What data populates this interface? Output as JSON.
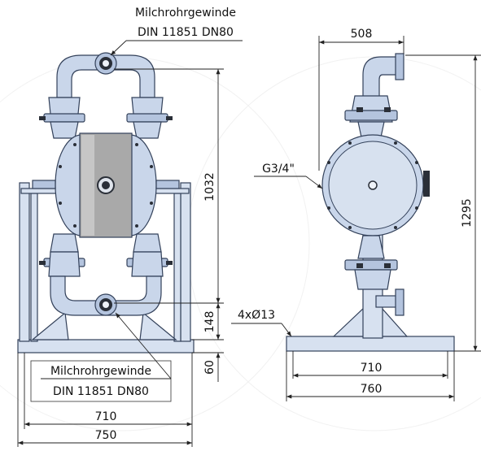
{
  "front_view": {
    "top_label_line1": "Milchrohrgewinde",
    "top_label_line2": "DIN 11851 DN80",
    "bottom_label_line1": "Milchrohrgewinde",
    "bottom_label_line2": "DIN 11851 DN80",
    "dim_height_body": "1032",
    "dim_height_outlet": "148",
    "dim_height_base": "60",
    "dim_width_inner": "710",
    "dim_width_outer": "750"
  },
  "side_view": {
    "dim_width_top": "508",
    "air_connection": "G3/4\"",
    "mounting_holes": "4xØ13",
    "dim_height_total": "1295",
    "dim_width_inner": "710",
    "dim_width_outer": "760"
  }
}
